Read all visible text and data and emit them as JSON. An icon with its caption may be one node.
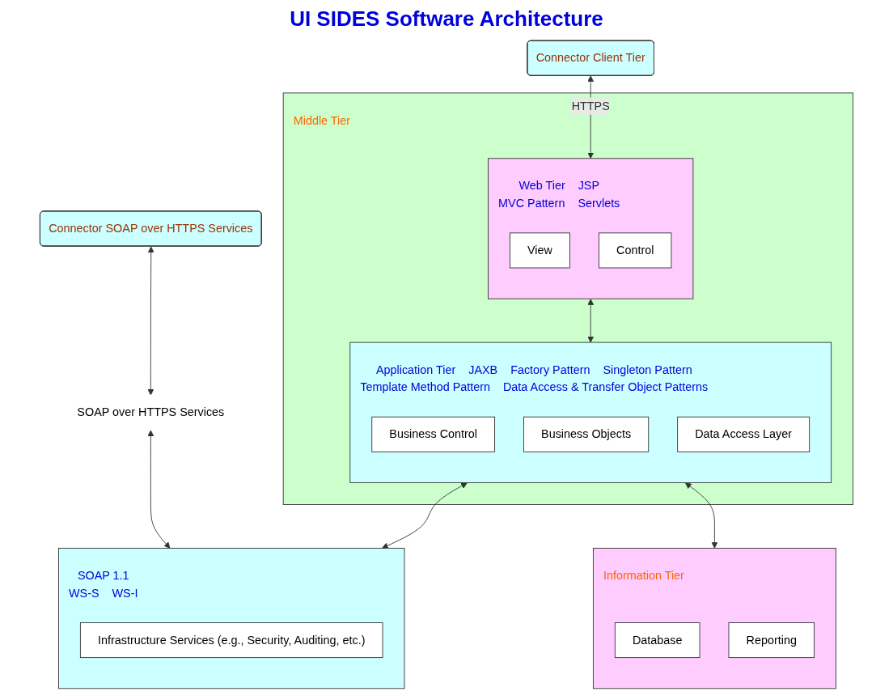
{
  "diagram": {
    "title": "UI SIDES Software Architecture",
    "nodes": [
      {
        "text": [
          "Connector SOAP over HTTPS Services"
        ]
      },
      {
        "text": [
          "SOAP over HTTPS Services"
        ]
      },
      {
        "text": [
          "Connector Client Tier"
        ]
      },
      {
        "text": [
          "SOAP 1.1",
          "WS-S",
          "WS-I"
        ]
      },
      {
        "text": [
          "Infrastructure Services (e.g., Security, Auditing, etc.)"
        ],
        "in": 3
      },
      {
        "text": [
          "Middle Tier"
        ]
      },
      {
        "text": [
          "Web Tier",
          "JSP",
          "MVC Pattern",
          "Servlets"
        ],
        "in": 5
      },
      {
        "text": [
          "View"
        ],
        "in": 6
      },
      {
        "text": [
          "Control"
        ],
        "in": 6
      },
      {
        "text": [
          "Application Tier",
          "JAXB",
          "Factory Pattern",
          "Singleton Pattern",
          "Template Method Pattern",
          "Data Access & Transfer Object Patterns"
        ],
        "in": 5
      },
      {
        "text": [
          "Business Control"
        ],
        "in": 9
      },
      {
        "text": [
          "Business Objects"
        ],
        "in": 9
      },
      {
        "text": [
          "Data Access Layer"
        ],
        "in": 9
      },
      {
        "text": [
          "Information Tier"
        ]
      },
      {
        "text": [
          "Database"
        ],
        "in": 13
      },
      {
        "text": [
          "Reporting"
        ],
        "in": 13
      }
    ],
    "edges": [
      {
        "from": 0,
        "to": 1,
        "arrow": "both"
      },
      {
        "from": 1,
        "to": 3,
        "arrow": "both"
      },
      {
        "from": 2,
        "to": 6,
        "arrow": "both",
        "label": "HTTPS"
      },
      {
        "from": 6,
        "to": 9,
        "arrow": "both"
      },
      {
        "from": 9,
        "to": 3,
        "arrow": "both"
      },
      {
        "from": 9,
        "to": 13,
        "arrow": "both"
      }
    ]
  }
}
